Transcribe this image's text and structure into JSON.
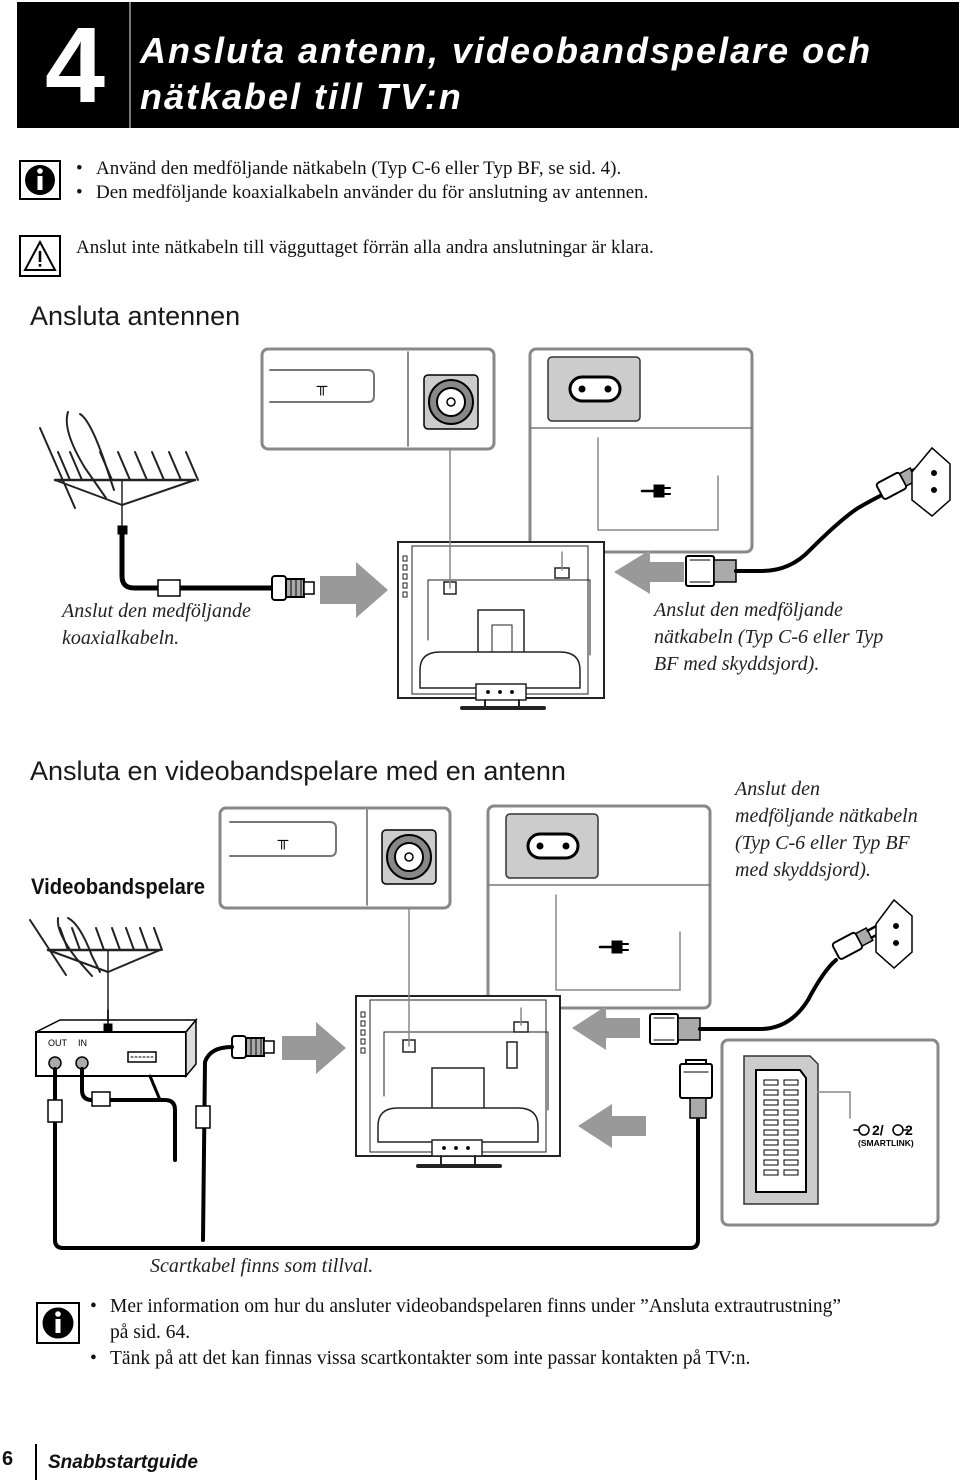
{
  "chapter": {
    "number": "4",
    "title_line1": "Ansluta antenn, videobandspelare och",
    "title_line2": "nätkabel till TV:n"
  },
  "info_notes": {
    "icon": "info-icon",
    "items": [
      "Använd den medföljande nätkabeln (Typ C-6 eller Typ BF, se sid.  4).",
      "Den medföljande koaxialkabeln använder du för anslutning av antennen."
    ]
  },
  "warning_note": {
    "icon": "warning-icon",
    "text": "Anslut inte nätkabeln till vägguttaget förrän alla andra anslutningar är klara."
  },
  "section_antenna": {
    "heading": "Ansluta antennen",
    "caption_left": [
      "Anslut den medföljande",
      "koaxialkabeln."
    ],
    "caption_right": [
      "Anslut den medföljande",
      "nätkabeln (Typ C-6 eller Typ",
      "BF med skyddsjord)."
    ]
  },
  "section_vcr": {
    "heading": "Ansluta en videobandspelare med en antenn",
    "vcr_label": "Videobandspelare",
    "caption_right": [
      "Anslut den",
      "medföljande nätkabeln",
      "(Typ C-6 eller Typ BF",
      "med skyddsjord)."
    ],
    "vcr_ports": {
      "out": "OUT",
      "in": "IN"
    },
    "scart_label": "2/",
    "scart_label2": "2",
    "smartlink": "(SMARTLINK)",
    "scart_caption": "Scartkabel finns som tillval."
  },
  "bottom_notes": {
    "icon": "info-icon",
    "items": [
      [
        "Mer information om hur du ansluter videobandspelaren finns under ”Ansluta extrautrustning”",
        "på sid. 64."
      ],
      [
        "Tänk på att det kan finnas vissa scartkontakter som inte passar kontakten på TV:n."
      ]
    ]
  },
  "footer": {
    "page_number": "6",
    "guide_name": "Snabbstartguide"
  }
}
